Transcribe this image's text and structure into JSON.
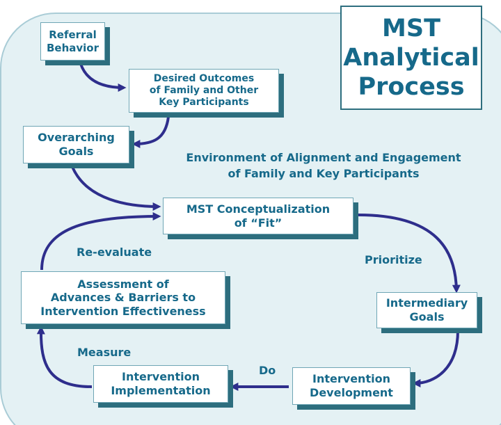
{
  "title": "MST\nAnalytical\nProcess",
  "environment_text": "Environment of Alignment and Engagement\nof Family and Key Participants",
  "boxes": {
    "referral": "Referral\nBehavior",
    "desired": "Desired Outcomes\nof Family and Other\nKey Participants",
    "overarching": "Overarching\nGoals",
    "conceptualization": "MST Conceptualization\nof “Fit”",
    "intermediary": "Intermediary\nGoals",
    "development": "Intervention\nDevelopment",
    "implementation": "Intervention\nImplementation",
    "assessment": "Assessment of\nAdvances & Barriers to\nIntervention Effectiveness"
  },
  "labels": {
    "prioritize": "Prioritize",
    "do": "Do",
    "measure": "Measure",
    "reevaluate": "Re-evaluate"
  },
  "colors": {
    "text": "#16698a",
    "arrow": "#2e2e8c",
    "box_shadow": "#2d6e7e",
    "panel_bg": "#e4f1f4"
  }
}
